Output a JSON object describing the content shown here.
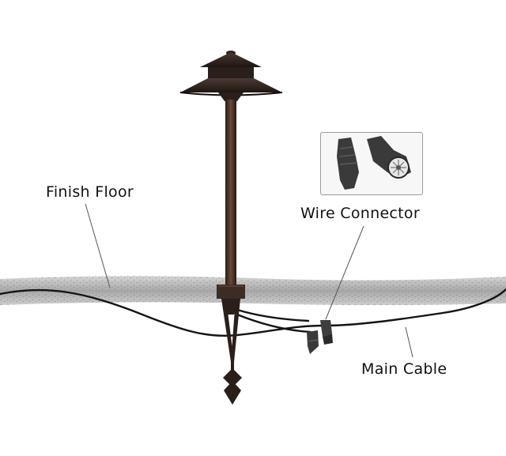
{
  "labels": {
    "finish_floor": "Finish Floor",
    "wire_connector": "Wire Connector",
    "main_cable": "Main Cable"
  },
  "colors": {
    "fixture_bronze": "#3a2a22",
    "floor_gray": "#b9b9b9",
    "cable_black": "#141414",
    "connector_gray": "#4a4a4a",
    "text": "#111111"
  },
  "icons": [
    "path-light-icon",
    "wire-connector-icon",
    "ground-stake-icon"
  ]
}
